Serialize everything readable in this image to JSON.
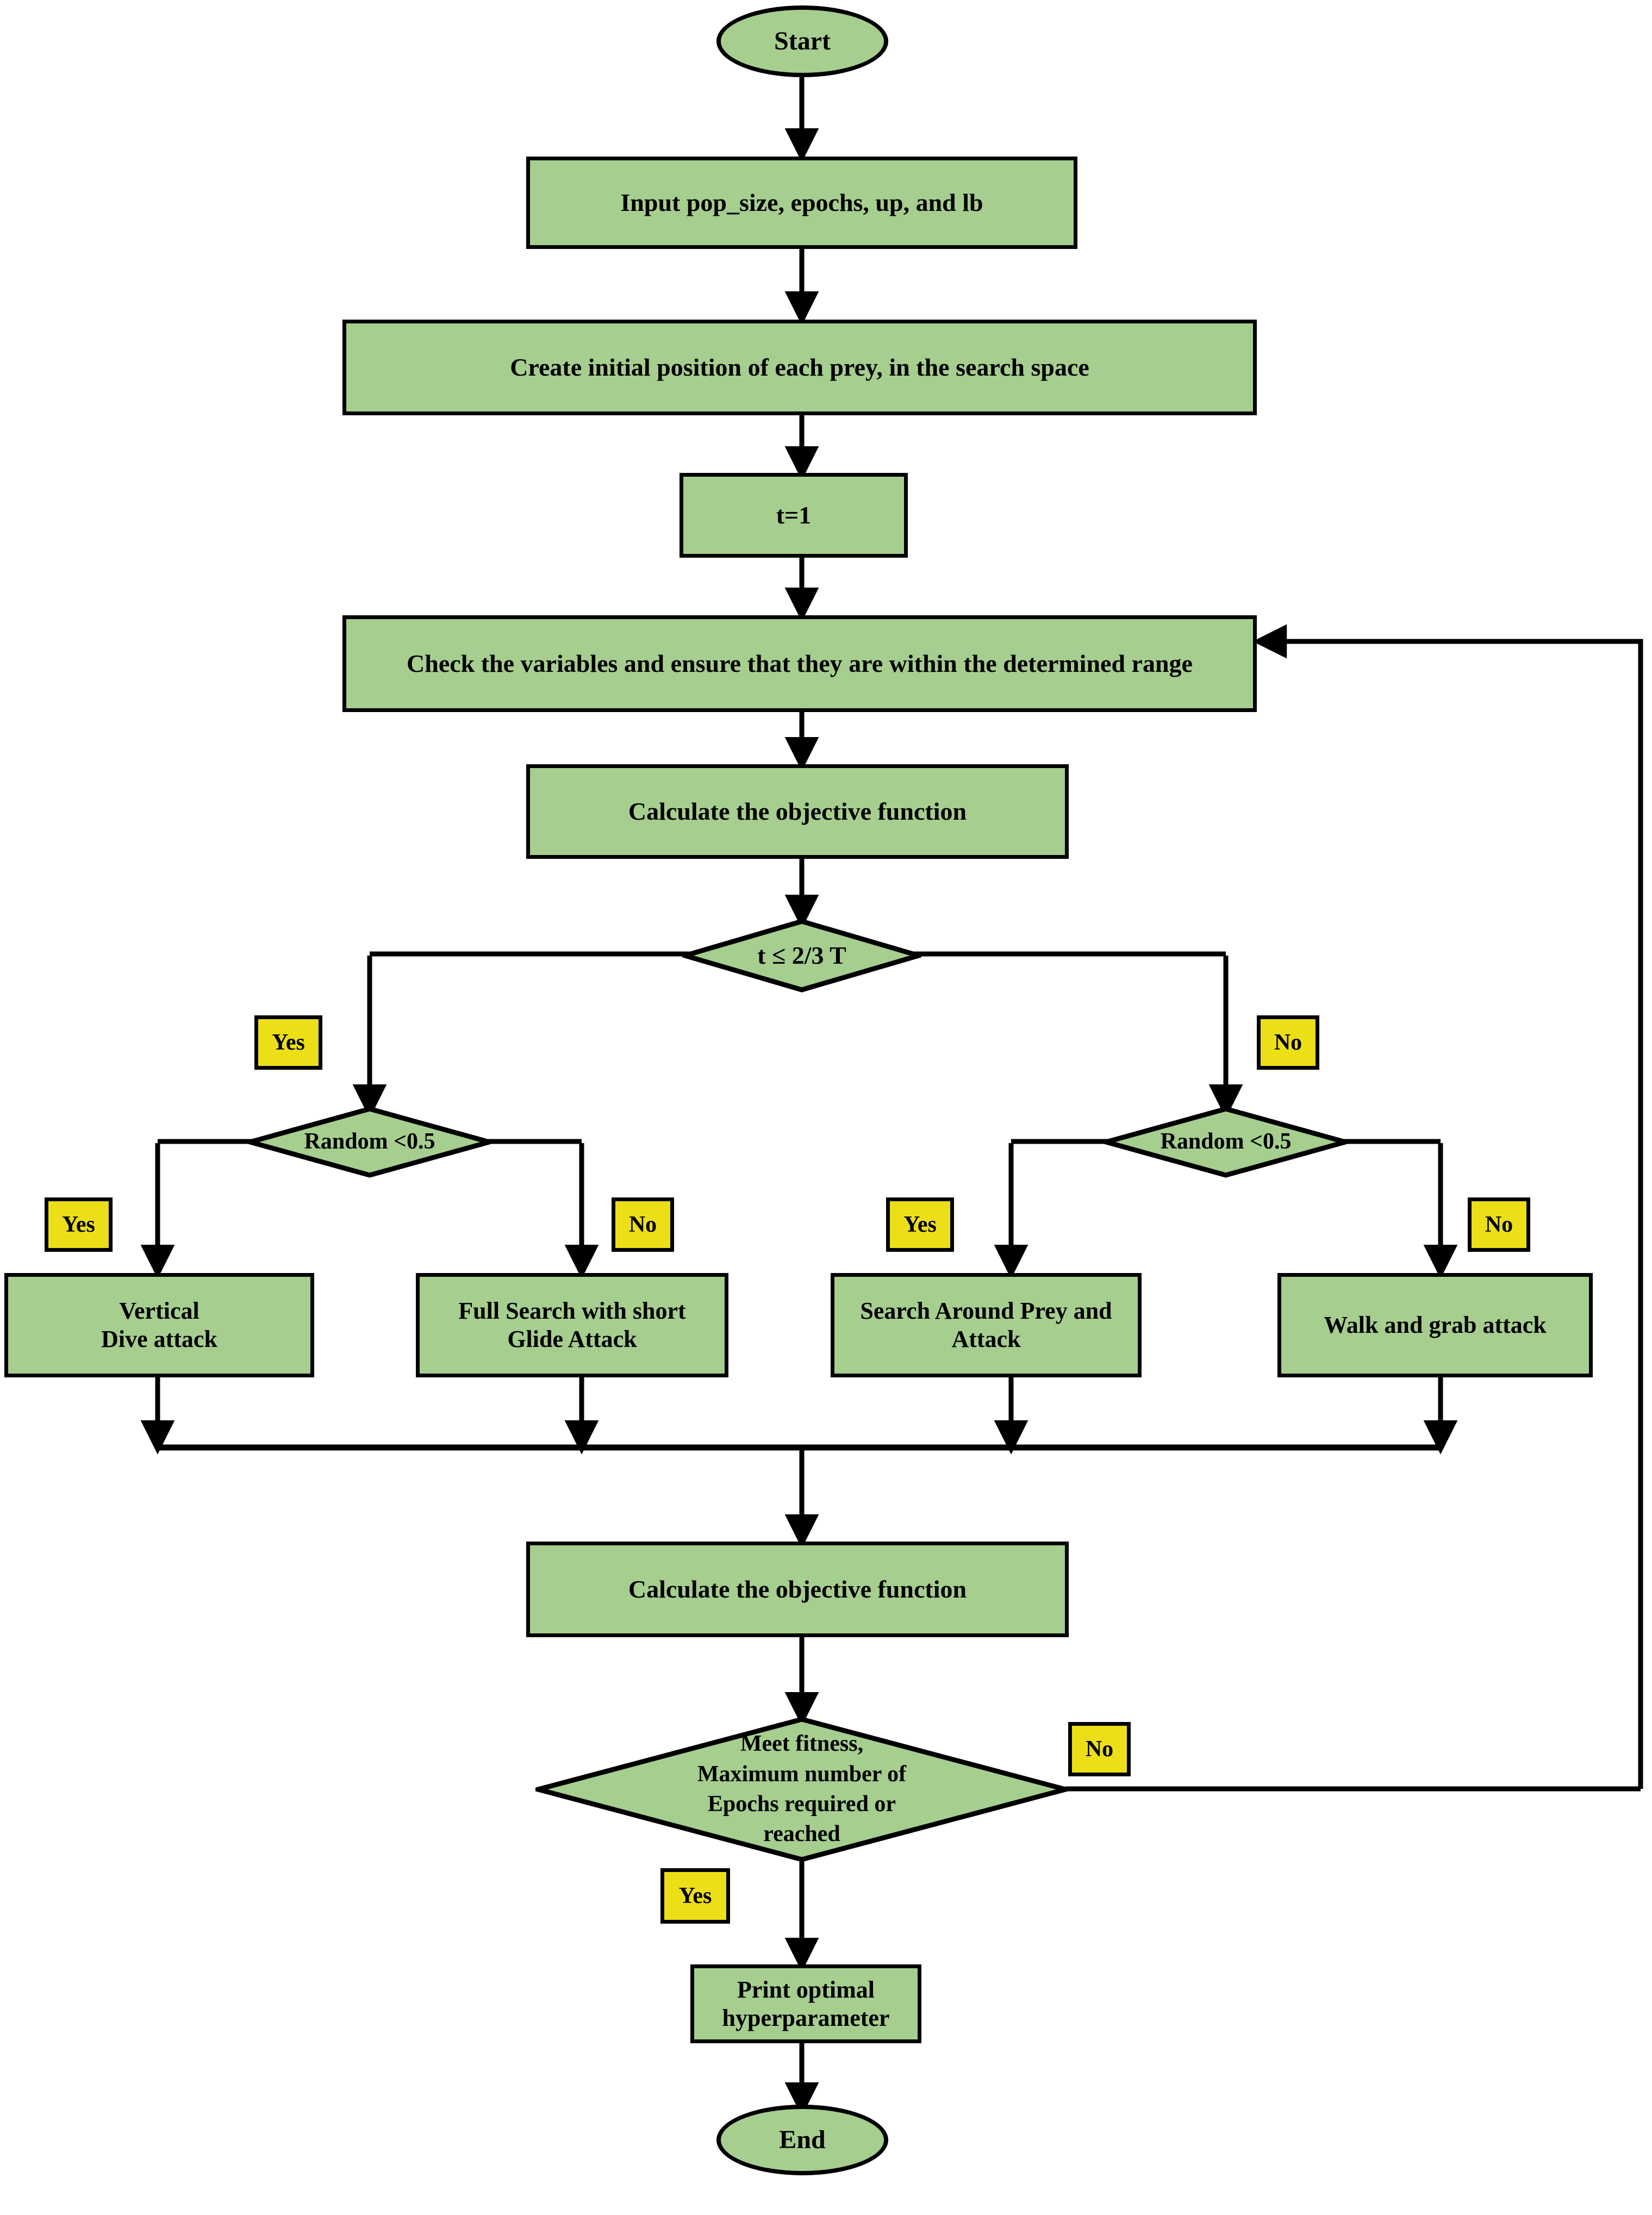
{
  "diagram": {
    "title": "Optimization algorithm flowchart",
    "type": "flowchart",
    "colors": {
      "node_fill": "#a6ce8f",
      "node_stroke": "#000000",
      "label_fill": "#ecdf18",
      "edge": "#000000",
      "background": "#ffffff"
    },
    "nodes": {
      "start": {
        "text": "Start",
        "shape": "ellipse"
      },
      "input": {
        "text": "Input pop_size, epochs, up, and lb",
        "shape": "process"
      },
      "create_initial": {
        "text": "Create initial position of each prey, in the search space",
        "shape": "process"
      },
      "t_init": {
        "text": "t=1",
        "shape": "process"
      },
      "check_range": {
        "text": "Check the variables and ensure that they are within the determined range",
        "shape": "process"
      },
      "calc_obj_1": {
        "text": "Calculate the objective function",
        "shape": "process"
      },
      "decision_t": {
        "text": "t ≤ 2/3 T",
        "shape": "diamond"
      },
      "random_left": {
        "text": "Random <0.5",
        "shape": "diamond"
      },
      "random_right": {
        "text": "Random <0.5",
        "shape": "diamond"
      },
      "vertical_dive": {
        "line1": "Vertical",
        "line2": "Dive attack",
        "shape": "process"
      },
      "full_search": {
        "line1": "Full Search with short",
        "line2": "Glide Attack",
        "shape": "process"
      },
      "search_around": {
        "line1": "Search Around Prey and",
        "line2": "Attack",
        "shape": "process"
      },
      "walk_grab": {
        "line1": "Walk and grab attack",
        "shape": "process"
      },
      "calc_obj_2": {
        "text": "Calculate the objective function",
        "shape": "process"
      },
      "meet_fitness": {
        "line1": "Meet fitness,",
        "line2": "Maximum number of",
        "line3": "Epochs required or",
        "line4": "reached",
        "shape": "diamond"
      },
      "print_optimal": {
        "line1": "Print optimal",
        "line2": "hyperparameter",
        "shape": "process"
      },
      "end": {
        "text": "End",
        "shape": "ellipse"
      }
    },
    "edge_labels": {
      "t_yes": "Yes",
      "t_no": "No",
      "left_yes": "Yes",
      "left_no": "No",
      "right_yes": "Yes",
      "right_no": "No",
      "fitness_no": "No",
      "fitness_yes": "Yes"
    }
  }
}
